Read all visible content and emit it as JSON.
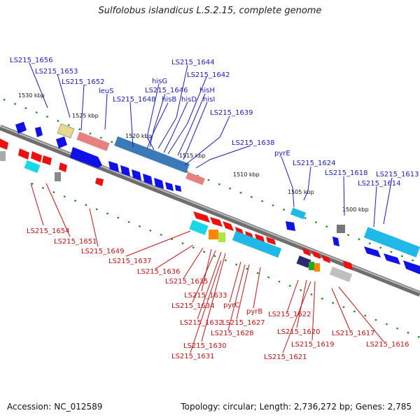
{
  "title": "Sulfolobus islandicus L.S.2.15, complete genome",
  "accession": "Accession: NC_012589",
  "summary": "Topology: circular; Length: 2,736,272 bp; Genes: 2,785",
  "ruler": [
    "1530 kbp",
    "1525 kbp",
    "1520 kbp",
    "1515 kbp",
    "1510 kbp",
    "1505 kbp",
    "1500 kbp"
  ],
  "labels_top": [
    "LS215_1656",
    "LS215_1653",
    "LS215_1652",
    "leuS",
    "hisG",
    "LS215_1644",
    "LS215_1642",
    "LS215_1646",
    "hisH",
    "LS215_1648",
    "hisB",
    "hisD",
    "hisI",
    "LS215_1639",
    "LS215_1638",
    "pyrE",
    "LS215_1624",
    "LS215_1618",
    "LS215_1613",
    "LS215_1614"
  ],
  "labels_bottom": [
    "LS215_1654",
    "LS215_1651",
    "LS215_1649",
    "LS215_1637",
    "LS215_1636",
    "LS215_1635",
    "LS215_1633",
    "LS215_1634",
    "pyrC",
    "pyrB",
    "LS215_1632",
    "LS215_1627",
    "LS215_1628",
    "LS215_1630",
    "LS215_1631",
    "LS215_1622",
    "LS215_1620",
    "LS215_1619",
    "LS215_1621",
    "LS215_1617",
    "LS215_1616"
  ],
  "colors": {
    "forward": "#1a1ad0",
    "reverse": "#d01010",
    "backbone": "#888888",
    "tick": "#118811"
  }
}
